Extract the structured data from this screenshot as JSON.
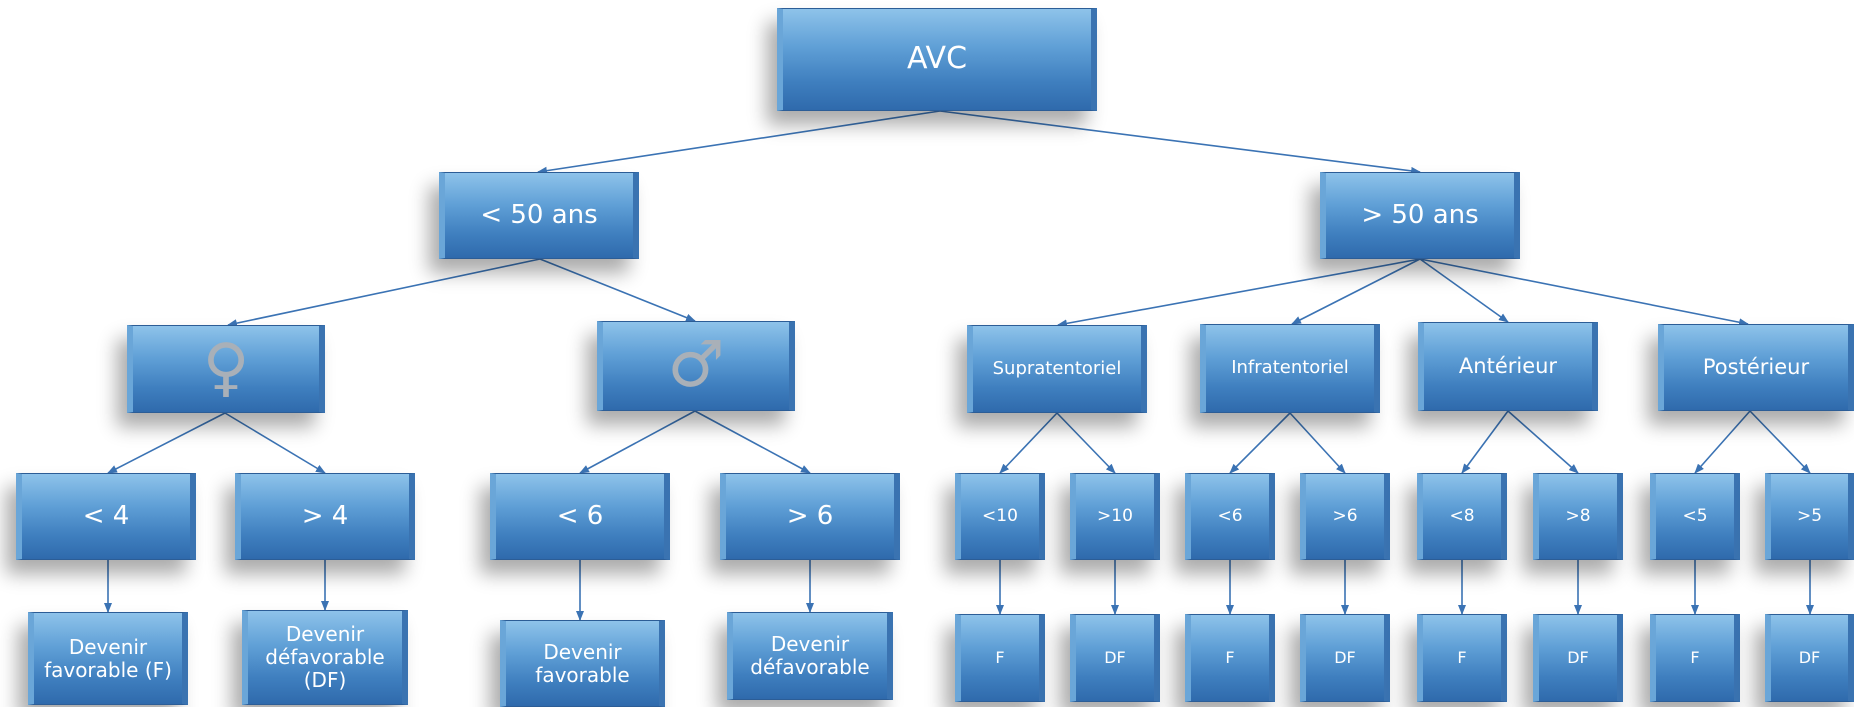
{
  "diagram": {
    "root": "AVC",
    "age_lt50": "< 50 ans",
    "age_gt50": "> 50 ans",
    "female_icon": "female-symbol",
    "male_icon": "male-symbol",
    "female_symbol": "♀",
    "male_symbol": "♂",
    "site_1": "Supratentoriel",
    "site_2": "Infratentoriel",
    "site_3": "Antérieur",
    "site_4": "Postérieur",
    "f_lt": "< 4",
    "f_gt": "> 4",
    "m_lt": "< 6",
    "m_gt": "> 6",
    "s1_lt": "<10",
    "s1_gt": ">10",
    "s2_lt": "<6",
    "s2_gt": ">6",
    "s3_lt": "<8",
    "s3_gt": ">8",
    "s4_lt": "<5",
    "s4_gt": ">5",
    "out_f_fav": "Devenir favorable (F)",
    "out_f_defav": "Devenir défavorable (DF)",
    "out_m_fav": "Devenir favorable",
    "out_m_defav": "Devenir défavorable",
    "F": "F",
    "DF": "DF"
  }
}
